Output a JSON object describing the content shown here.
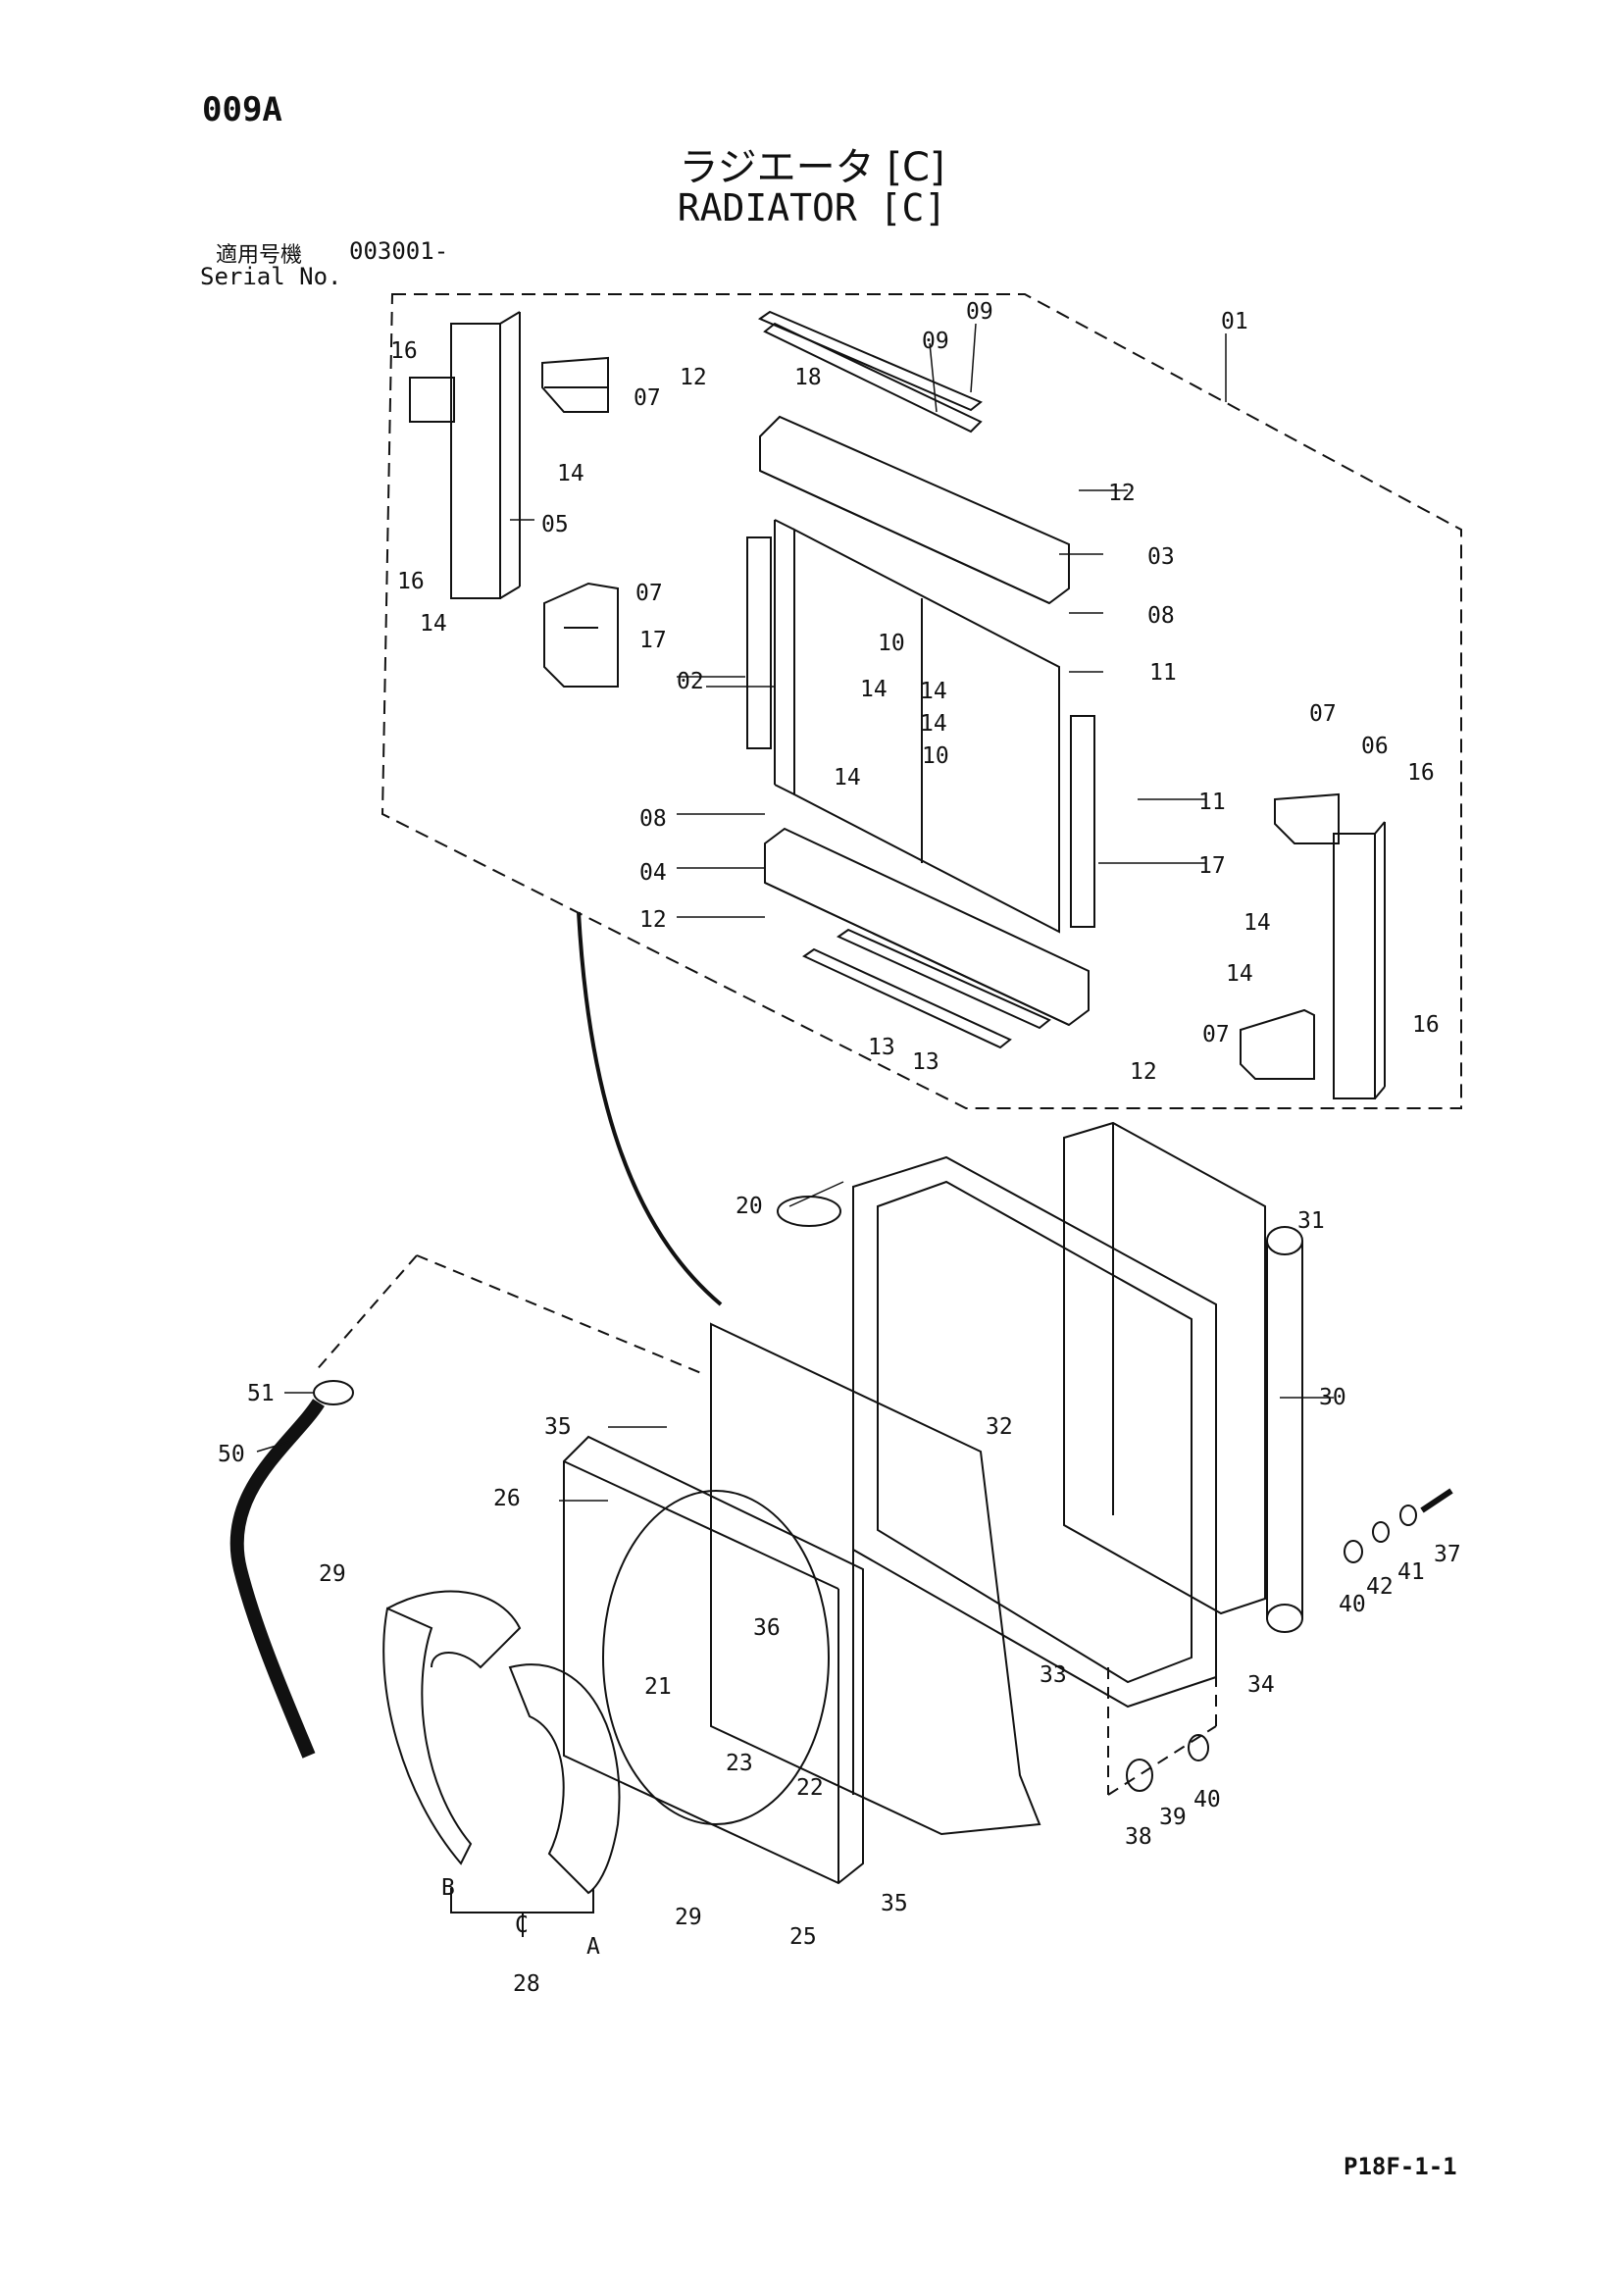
{
  "header": {
    "diagram_code": "009A",
    "title_jp": "ラジエータ [C]",
    "title_en": "RADIATOR [C]",
    "serial_label_jp": "適用号機",
    "serial_label_en": "Serial No.",
    "serial_value": "003001-"
  },
  "footer": {
    "page_code": "P18F-1-1"
  },
  "callouts": [
    "01",
    "02",
    "03",
    "04",
    "05",
    "06",
    "07",
    "08",
    "09",
    "10",
    "11",
    "12",
    "13",
    "14",
    "16",
    "17",
    "18",
    "20",
    "21",
    "22",
    "23",
    "25",
    "26",
    "28",
    "29",
    "30",
    "31",
    "32",
    "33",
    "34",
    "35",
    "36",
    "37",
    "38",
    "39",
    "40",
    "41",
    "42",
    "50",
    "51",
    "A",
    "B",
    "C"
  ]
}
